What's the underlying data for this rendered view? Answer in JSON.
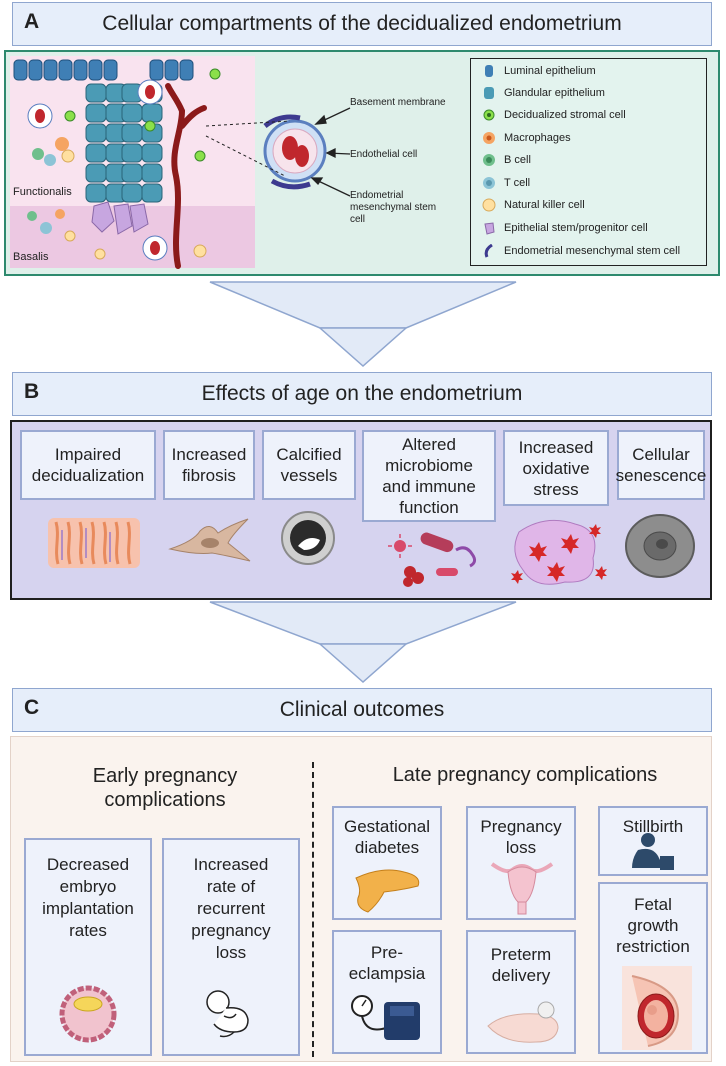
{
  "panel_a": {
    "letter": "A",
    "title": "Cellular compartments of the decidualized endometrium",
    "labels": {
      "functionalis": "Functionalis",
      "basalis": "Basalis",
      "basement_membrane": "Basement membrane",
      "endothelial_cell": "Endothelial cell",
      "emsc_line1": "Endometrial",
      "emsc_line2": "mesenchymal stem",
      "emsc_line3": "cell"
    },
    "legend": [
      {
        "label": "Luminal epithelium",
        "icon": "luminal-epithelium-icon"
      },
      {
        "label": "Glandular epithelium",
        "icon": "glandular-epithelium-icon"
      },
      {
        "label": "Decidualized stromal cell",
        "icon": "stromal-cell-icon"
      },
      {
        "label": "Macrophages",
        "icon": "macrophage-icon"
      },
      {
        "label": "B cell",
        "icon": "b-cell-icon"
      },
      {
        "label": "T cell",
        "icon": "t-cell-icon"
      },
      {
        "label": "Natural killer cell",
        "icon": "nk-cell-icon"
      },
      {
        "label": "Epithelial stem/progenitor cell",
        "icon": "epithelial-stem-cell-icon"
      },
      {
        "label": "Endometrial mesenchymal stem cell",
        "icon": "mesenchymal-stem-cell-icon"
      }
    ]
  },
  "panel_b": {
    "letter": "B",
    "title": "Effects of age on the endometrium",
    "boxes": [
      {
        "lines": [
          "Impaired",
          "decidualization"
        ]
      },
      {
        "lines": [
          "Increased",
          "fibrosis"
        ]
      },
      {
        "lines": [
          "Calcified",
          "vessels"
        ]
      },
      {
        "lines": [
          "Altered",
          "microbiome",
          "and immune",
          "function"
        ]
      },
      {
        "lines": [
          "Increased",
          "oxidative",
          "stress"
        ]
      },
      {
        "lines": [
          "Cellular",
          "senescence"
        ]
      }
    ]
  },
  "panel_c": {
    "letter": "C",
    "title": "Clinical outcomes",
    "early_heading": [
      "Early pregnancy",
      "complications"
    ],
    "late_heading": "Late pregnancy complications",
    "early_boxes": [
      {
        "lines": [
          "Decreased",
          "embryo",
          "implantation",
          "rates"
        ]
      },
      {
        "lines": [
          "Increased",
          "rate of",
          "recurrent",
          "pregnancy",
          "loss"
        ]
      }
    ],
    "late_boxes": [
      {
        "lines": [
          "Gestational",
          "diabetes"
        ]
      },
      {
        "lines": [
          "Pregnancy",
          "loss"
        ]
      },
      {
        "lines": [
          "Stillbirth"
        ]
      },
      {
        "lines": [
          "Pre-",
          "eclampsia"
        ]
      },
      {
        "lines": [
          "Preterm",
          "delivery"
        ]
      },
      {
        "lines": [
          "Fetal",
          "growth",
          "restriction"
        ]
      }
    ]
  },
  "colors": {
    "panel_a_bg": "#dff0ea",
    "panel_a_border": "#2e8a6e",
    "panel_b_bg": "#d6d3ef",
    "panel_c_bg": "#faf3ee",
    "banner_bg": "#e6eefa",
    "arrow_fill": "#e2eaf7",
    "epithelium": "#3f8db3",
    "vessel": "#8b1a1a"
  }
}
